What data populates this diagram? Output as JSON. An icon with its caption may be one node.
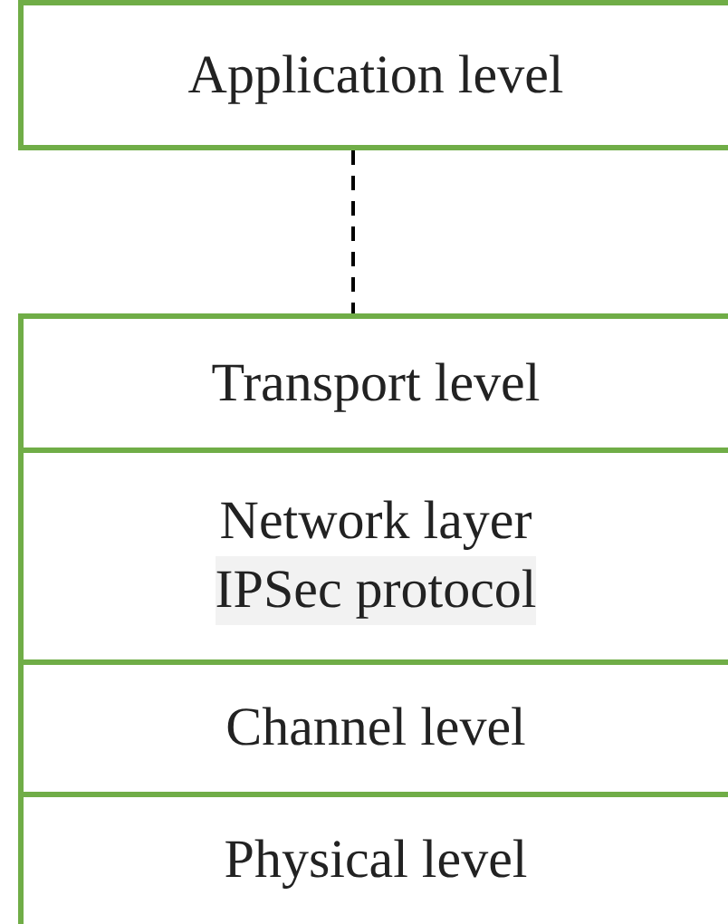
{
  "diagram": {
    "nodes": [
      {
        "text": [
          "Application level"
        ]
      },
      {
        "text": [
          "Transport level"
        ]
      },
      {
        "text": [
          "Network layer",
          "IPSec protocol"
        ]
      },
      {
        "text": [
          "Channel level"
        ]
      },
      {
        "text": [
          "Physical level"
        ]
      }
    ],
    "edges": [
      {
        "from": 0,
        "to": 1,
        "arrow": "none",
        "style": "dashed"
      }
    ]
  }
}
